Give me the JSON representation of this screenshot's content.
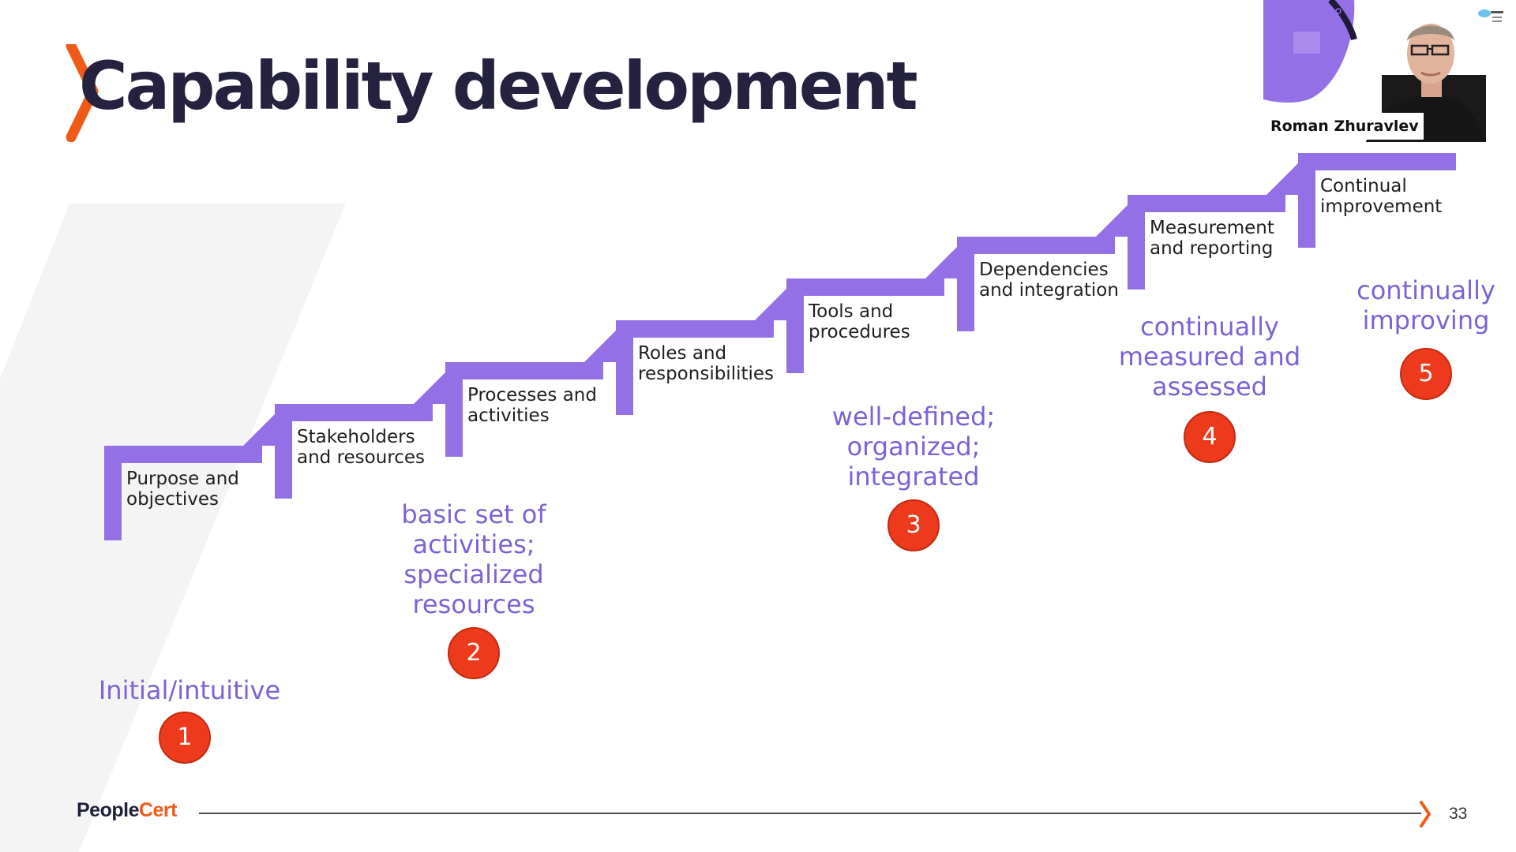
{
  "slide": {
    "title": "Capability development",
    "steps": [
      {
        "label_line1": "Purpose and",
        "label_line2": "objectives"
      },
      {
        "label_line1": "Stakeholders",
        "label_line2": "and resources"
      },
      {
        "label_line1": "Processes and",
        "label_line2": "activities"
      },
      {
        "label_line1": "Roles and",
        "label_line2": "responsibilities"
      },
      {
        "label_line1": "Tools and",
        "label_line2": "procedures"
      },
      {
        "label_line1": "Dependencies",
        "label_line2": "and integration"
      },
      {
        "label_line1": "Measurement",
        "label_line2": "and reporting"
      },
      {
        "label_line1": "Continual",
        "label_line2": "improvement"
      }
    ],
    "levels": [
      {
        "number": "1",
        "lines": [
          "Initial/intuitive"
        ]
      },
      {
        "number": "2",
        "lines": [
          "basic set of",
          "activities;",
          "specialized",
          "resources"
        ]
      },
      {
        "number": "3",
        "lines": [
          "well-defined;",
          "organized;",
          "integrated"
        ]
      },
      {
        "number": "4",
        "lines": [
          "continually",
          "measured and",
          "assessed"
        ]
      },
      {
        "number": "5",
        "lines": [
          "continually",
          "improving"
        ]
      }
    ],
    "colors": {
      "step_purple": "#9370e6",
      "level_text": "#7c62d6",
      "badge_red": "#ee3a1c",
      "title_dark": "#24223f",
      "accent_orange": "#ef5a19"
    }
  },
  "footer": {
    "brand_part1": "People",
    "brand_part2": "Cert",
    "page_number": "33"
  },
  "video_tile": {
    "speaker_name": "Roman Zhuravlev"
  }
}
